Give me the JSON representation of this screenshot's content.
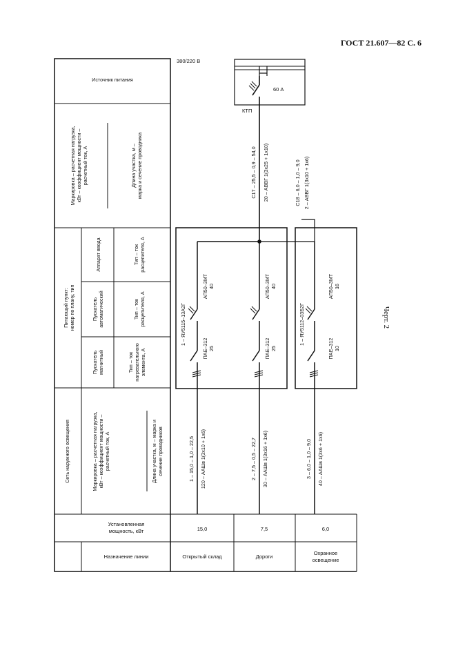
{
  "header": "ГОСТ 21.607—82 С. 6",
  "side_caption": "Черт. 2",
  "left_table": {
    "power_source": "Источник питания",
    "source_marking_1": "Маркировка – расчетная нагрузка,",
    "source_marking_2": "кВт – коэффициент мощности –",
    "source_marking_3": "расчетный ток, А",
    "source_length_1": "Длина участка, м –",
    "source_length_2": "марка и сечение проводника",
    "panel_title_1": "Питающий пункт:",
    "panel_title_2": "номер по плану, тип",
    "col_entry_device": "Аппарат ввода",
    "col_entry_type": "Тип – ток",
    "col_entry_type_2": "расцепителя, А",
    "col_breaker_1": "Пускатель",
    "col_breaker_2": "автоматический",
    "col_breaker_type": "Тип – ток",
    "col_breaker_type_2": "расцепителя, А",
    "col_magnetic_1": "Пускатель",
    "col_magnetic_2": "магнитный",
    "col_magnetic_type_1": "Тип – ток",
    "col_magnetic_type_2": "нагревательного",
    "col_magnetic_type_3": "элемента, А",
    "network_title": "Сеть наружного освещения",
    "net_marking_1": "Маркировка – расчетная нагрузка,",
    "net_marking_2": "кВт – коэффициент мощности –",
    "net_marking_3": "расчетный ток, А",
    "net_length_1": "Длина участка, м – марка и",
    "net_length_2": "сечение проводников",
    "installed_power_1": "Установленная",
    "installed_power_2": "мощность, кВт",
    "line_purpose": "Назначение линии"
  },
  "source": {
    "voltage": "380/220 В",
    "breaker_current": "60 А",
    "substation": "КТП"
  },
  "feeders": {
    "f1_marking": "С17 – 25,5 – 0,9 – 54,0",
    "f1_cable": "20 – АВВГ 1(3х25 + 1х10)",
    "f2_marking": "С18 – 6,0 – 1,0 – 9,0",
    "f2_cable": "2 – АВВГ 1(3х10 + 1х6)"
  },
  "panels": {
    "p1_label": "1 – ЯУ5115–13А2Г",
    "p2_label": "1 – ЯУ5112–03Б2Г"
  },
  "lines": [
    {
      "breaker": "АП50–3МТ",
      "breaker_current": "40",
      "starter": "ПАЕ–312",
      "starter_current": "25",
      "marking": "1 – 15,0 – 1,0 – 22,5",
      "cable": "120 – ААШв 1(3х10 + 1х6)",
      "power": "15,0",
      "purpose": "Открытый склад"
    },
    {
      "breaker": "АП50–3МТ",
      "breaker_current": "40",
      "starter": "ПАЕ–312",
      "starter_current": "25",
      "marking": "2 – 7,5 – 0,5 – 22,7",
      "cable": "30 – ААШв 1(3х16 + 1х6)",
      "power": "7,5",
      "purpose": "Дороги"
    },
    {
      "breaker": "АП50–3МТ",
      "breaker_current": "16",
      "starter": "ПАЕ–312",
      "starter_current": "10",
      "marking": "3 – 6,0 – 1,0 – 9,0",
      "cable": "40 – ААШв 1(3х6 + 1х6)",
      "power": "6,0",
      "purpose_1": "Охранное",
      "purpose_2": "освещение"
    }
  ]
}
